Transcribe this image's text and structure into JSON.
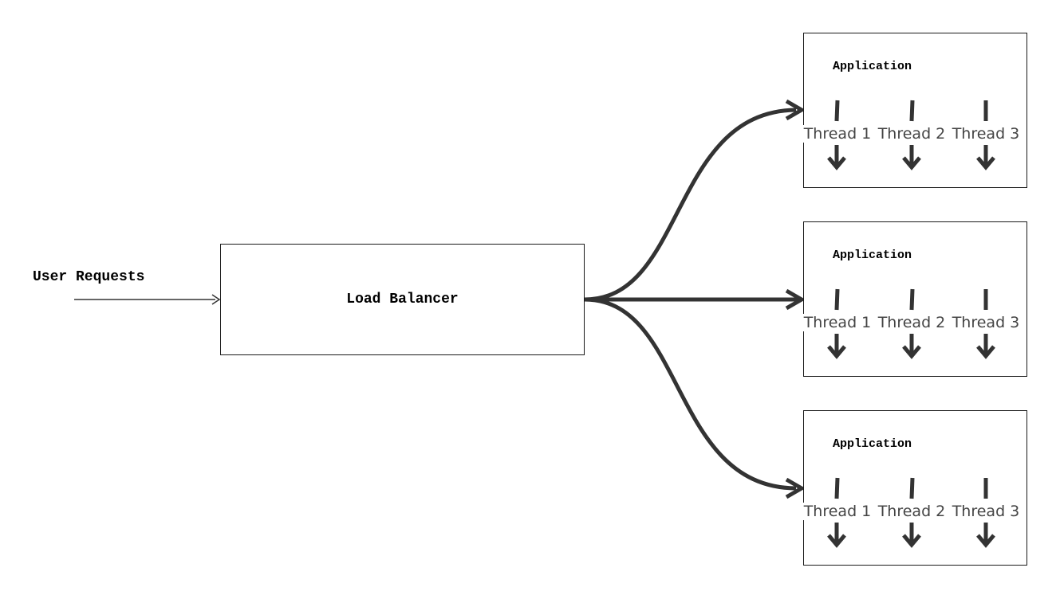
{
  "diagram": {
    "user_label": "User Requests",
    "load_balancer_label": "Load Balancer",
    "applications": [
      {
        "title": "Application",
        "threads": [
          {
            "label": "Thread 1"
          },
          {
            "label": "Thread 2"
          },
          {
            "label": "Thread 3"
          }
        ]
      },
      {
        "title": "Application",
        "threads": [
          {
            "label": "Thread 1"
          },
          {
            "label": "Thread 2"
          },
          {
            "label": "Thread 3"
          }
        ]
      },
      {
        "title": "Application",
        "threads": [
          {
            "label": "Thread 1"
          },
          {
            "label": "Thread 2"
          },
          {
            "label": "Thread 3"
          }
        ]
      }
    ],
    "colors": {
      "stroke": "#333333",
      "border": "#1a1a1a",
      "thread_text": "#444444",
      "background": "#ffffff"
    }
  }
}
